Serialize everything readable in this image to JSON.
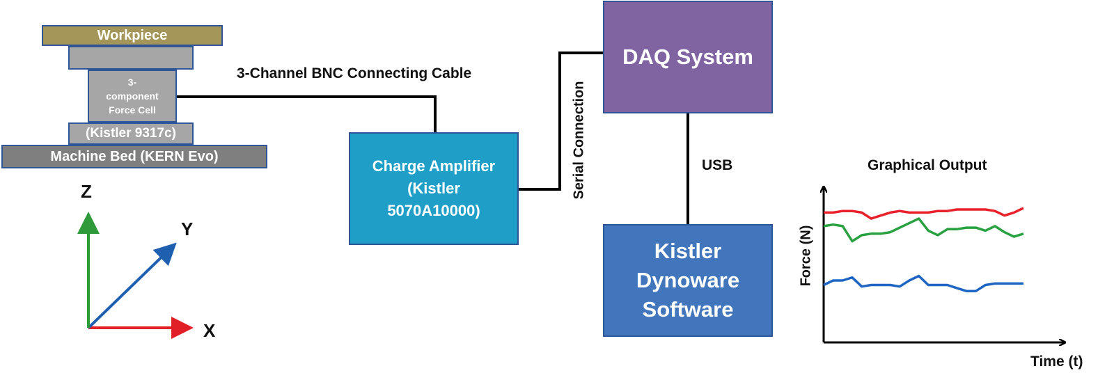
{
  "fixture": {
    "workpiece": "Workpiece",
    "force_cell": "3-\ncomponent\nForce Cell",
    "force_cell_model": "(Kistler 9317c)",
    "machine_bed": "Machine Bed (KERN Evo)"
  },
  "axes": {
    "x": "X",
    "y": "Y",
    "z": "Z"
  },
  "cables": {
    "bnc": "3-Channel BNC Connecting Cable",
    "serial": "Serial Connection",
    "usb": "USB"
  },
  "amplifier": {
    "label": "Charge Amplifier\n(Kistler\n5070A10000)"
  },
  "daq": {
    "label": "DAQ System"
  },
  "software": {
    "label": "Kistler\nDynoware\nSoftware"
  },
  "graph": {
    "title": "Graphical Output",
    "ylabel": "Force (N)",
    "xlabel": "Time (t)"
  },
  "colors": {
    "workpiece": "#a39658",
    "fixture_gray": "#a6a6a6",
    "machine_bed": "#7f7f7f",
    "border_blue": "#2f5597",
    "amplifier": "#1f9fc8",
    "daq": "#8064a2",
    "software": "#4175bc",
    "x_axis": "#e11f26",
    "y_axis": "#1f5fb0",
    "z_axis": "#2e9a3a",
    "trace_red": "#e8222a",
    "trace_green": "#2aa140",
    "trace_blue": "#1f66c2"
  },
  "chart_data": {
    "type": "line",
    "title": "Graphical Output",
    "xlabel": "Time (t)",
    "ylabel": "Force (N)",
    "series": [
      {
        "values": [
          0.86,
          0.86,
          0.87,
          0.87,
          0.86,
          0.82,
          0.84,
          0.86,
          0.87,
          0.86,
          0.86,
          0.86,
          0.87,
          0.87,
          0.88,
          0.88,
          0.88,
          0.88,
          0.87,
          0.84,
          0.86,
          0.89
        ]
      },
      {
        "values": [
          0.77,
          0.78,
          0.77,
          0.67,
          0.71,
          0.72,
          0.72,
          0.73,
          0.76,
          0.79,
          0.82,
          0.74,
          0.71,
          0.75,
          0.75,
          0.76,
          0.76,
          0.74,
          0.77,
          0.73,
          0.7,
          0.72
        ]
      },
      {
        "values": [
          0.38,
          0.41,
          0.41,
          0.43,
          0.37,
          0.38,
          0.38,
          0.38,
          0.37,
          0.41,
          0.44,
          0.38,
          0.38,
          0.38,
          0.36,
          0.34,
          0.34,
          0.38,
          0.39,
          0.39,
          0.39,
          0.39
        ]
      }
    ]
  }
}
